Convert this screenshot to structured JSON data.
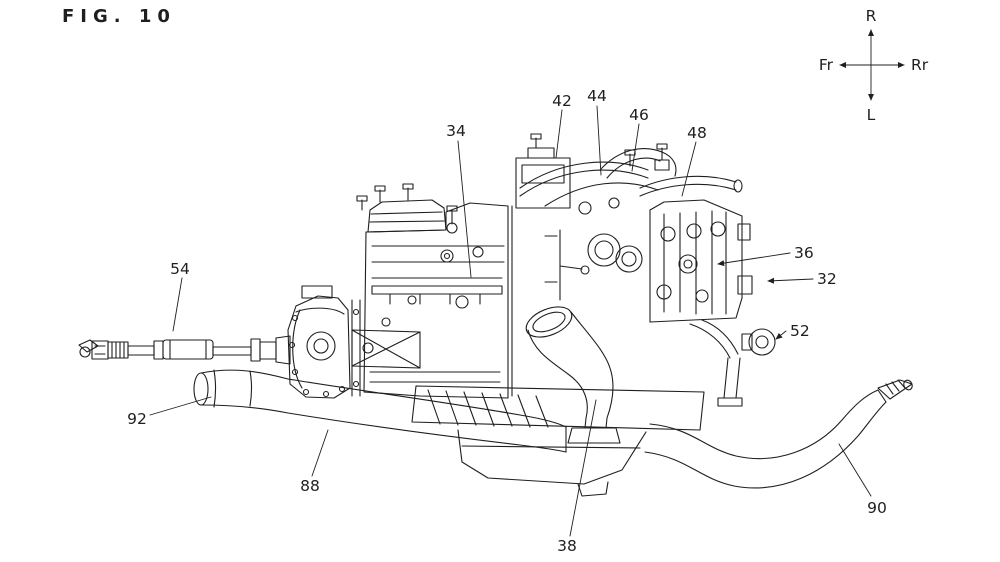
{
  "figure": {
    "title": "FIG. 10"
  },
  "compass": {
    "up": "R",
    "down": "L",
    "left": "Fr",
    "right": "Rr"
  },
  "labels": [
    {
      "text": "54"
    },
    {
      "text": "34"
    },
    {
      "text": "42"
    },
    {
      "text": "44"
    },
    {
      "text": "46"
    },
    {
      "text": "48"
    },
    {
      "text": "36"
    },
    {
      "text": "32"
    },
    {
      "text": "52"
    },
    {
      "text": "92"
    },
    {
      "text": "88"
    },
    {
      "text": "38"
    },
    {
      "text": "90"
    }
  ],
  "colors": {
    "ink": "#1f1f1f",
    "background": "#ffffff"
  }
}
